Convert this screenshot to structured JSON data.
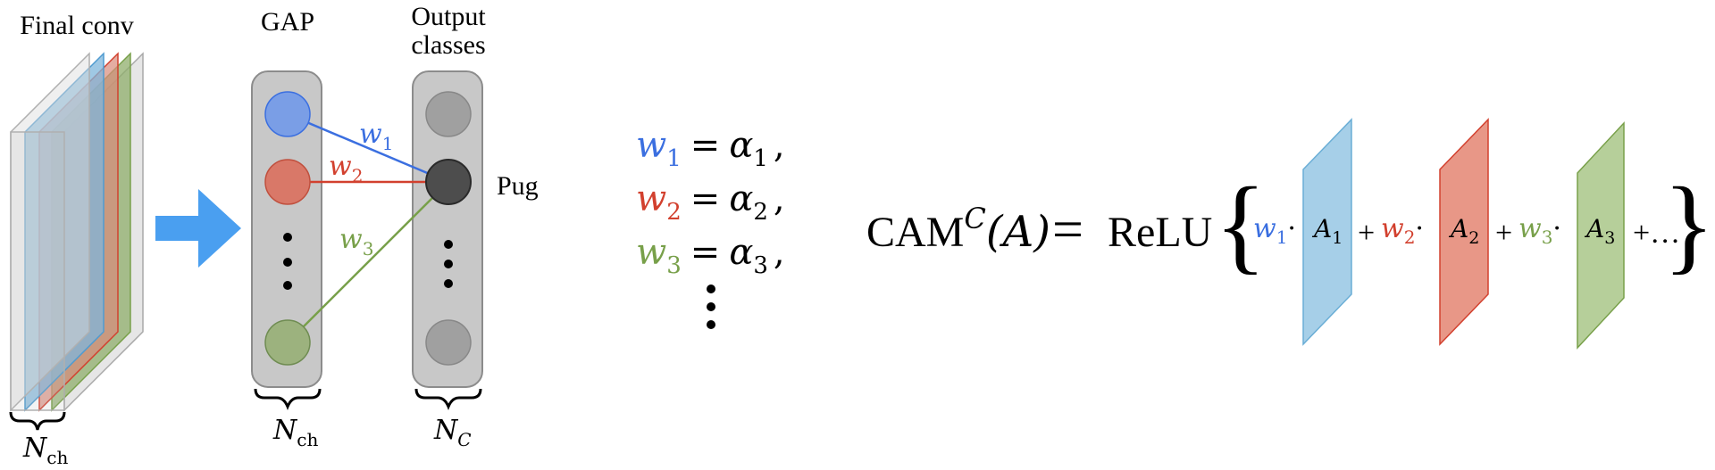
{
  "labels": {
    "final_conv": "Final conv",
    "gap": "GAP",
    "output_classes_line1": "Output",
    "output_classes_line2": "classes",
    "pug": "Pug",
    "n_ch_sym": "N",
    "n_ch_sub": "ch",
    "n_c_sym": "N",
    "n_c_sub": "C"
  },
  "weights": [
    {
      "sym": "w",
      "sub": "1",
      "alpha": "α",
      "color": "#3b6fe0"
    },
    {
      "sym": "w",
      "sub": "2",
      "alpha": "α",
      "color": "#d2402e"
    },
    {
      "sym": "w",
      "sub": "3",
      "alpha": "α",
      "color": "#78a04a"
    }
  ],
  "equation": {
    "equals": "=",
    "comma": ",",
    "cam": "CAM",
    "cam_sup": "C",
    "cam_arg": "(A)",
    "relu": "ReLU",
    "open_brace": "{",
    "close_brace": "}",
    "dot": "·",
    "plus": "+",
    "ellipsis": "+…",
    "maps": [
      {
        "sym": "A",
        "sub": "1"
      },
      {
        "sym": "A",
        "sub": "2"
      },
      {
        "sym": "A",
        "sub": "3"
      }
    ]
  },
  "colors": {
    "blue": "#3b6fe0",
    "red": "#d2402e",
    "green": "#78a04a",
    "map_blue": "#a6cfe8",
    "map_red": "#e89787",
    "map_green": "#b6cf9a",
    "arrow": "#4a9ff0",
    "node_gray": "#a0a0a0",
    "node_dark": "#4d4d4d",
    "column": "#c8c8c8"
  }
}
